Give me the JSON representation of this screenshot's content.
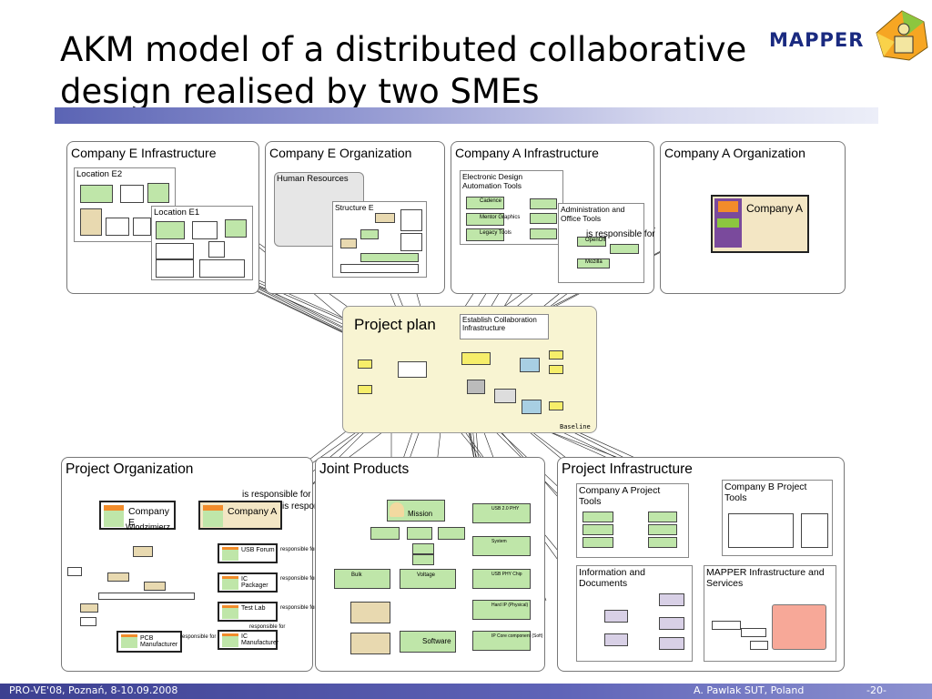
{
  "title": "AKM model of a distributed collaborative design realised by two SMEs",
  "logo": {
    "text": "MAPPER",
    "icon": "mapper-logo-icon"
  },
  "panels": {
    "company_e_infra": "Company E Infrastructure",
    "company_e_org": "Company E Organization",
    "company_a_infra": "Company A Infrastructure",
    "company_a_org": "Company A Organization",
    "project_org": "Project Organization",
    "joint_products": "Joint Products",
    "project_infra": "Project Infrastructure"
  },
  "company_e_infra": {
    "location_e2": "Location E2",
    "location_e1": "Location E1"
  },
  "company_e_org": {
    "hr": "Human Resources",
    "structure": "Structure E"
  },
  "company_a_infra": {
    "eda": "Electronic Design Automation Tools",
    "eda_items": [
      "Cadence",
      "Mentor Graphics",
      "Legacy Tools"
    ],
    "admin": "Administration and Office Tools",
    "admin_items": [
      "OpenOff",
      "Mozilla"
    ]
  },
  "company_a_org": {
    "company": "Company A",
    "responsible": "is responsible for"
  },
  "project_plan": {
    "title": "Project plan",
    "establish": "Establish Collaboration Infrastructure",
    "baseline": "Baseline"
  },
  "project_org": {
    "company_e": "Company E",
    "company_a": "Company A",
    "person": "Wlodzimierz",
    "rel1": "is responsible for",
    "rel2": "is responsible for",
    "roles": [
      "USB Forum",
      "IC Packager",
      "Test Lab",
      "IC Manufacturer",
      "PCB Manufacturer"
    ],
    "role_rel": "responsible for"
  },
  "joint_products": {
    "mission": "Mission",
    "items_right": [
      "USB 2.0 PHY",
      "System",
      "USB PHY Chip",
      "Hard IP (Physical)",
      "IP Core component (Soft)"
    ],
    "items_left": [
      "Bulk",
      "Voltage",
      "Software"
    ]
  },
  "project_infra": {
    "company_a_tools": "Company A Project Tools",
    "company_b_tools": "Company B Project Tools",
    "info_docs": "Information and Documents",
    "mapper_infra": "MAPPER Infrastructure and Services"
  },
  "footer": {
    "left": "PRO-VE'08, Poznań, 8-10.09.2008",
    "right": "A. Pawlak  SUT, Poland",
    "page": "-20-"
  },
  "colors": {
    "green": "#bfe6a9",
    "tan": "#e8d9b0",
    "orange": "#f28c2a",
    "purple": "#7a4a9c",
    "salmon": "#f7a898",
    "footer": "#3c3f90"
  }
}
